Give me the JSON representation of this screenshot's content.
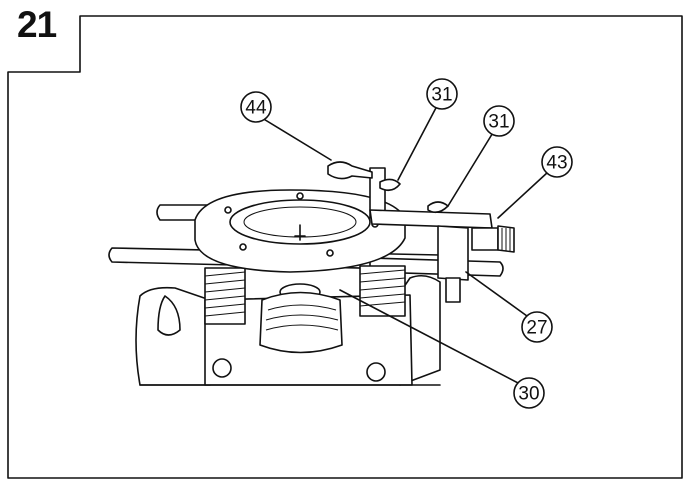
{
  "figure": {
    "number": "21"
  },
  "callouts": [
    {
      "id": "c44",
      "label": "44",
      "icon": "callout-circle"
    },
    {
      "id": "c31a",
      "label": "31",
      "icon": "callout-circle"
    },
    {
      "id": "c31b",
      "label": "31",
      "icon": "callout-circle"
    },
    {
      "id": "c43",
      "label": "43",
      "icon": "callout-circle"
    },
    {
      "id": "c27",
      "label": "27",
      "icon": "callout-circle"
    },
    {
      "id": "c30",
      "label": "30",
      "icon": "callout-circle"
    }
  ],
  "colors": {
    "line": "#111111",
    "background": "#ffffff",
    "shade": "#9a9a9a"
  }
}
